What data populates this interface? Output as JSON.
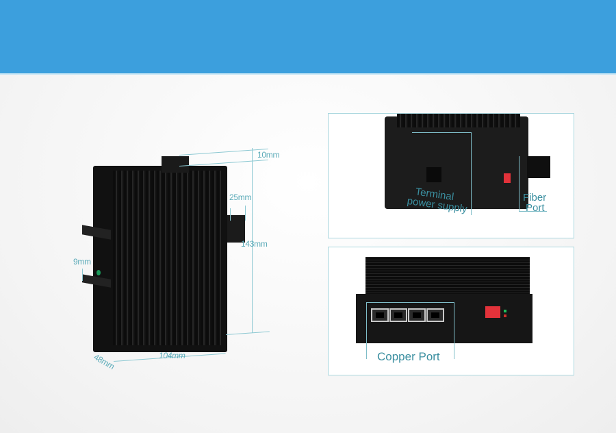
{
  "banner": {
    "color": "#3c9fdd"
  },
  "dimensions_view": {
    "labels": {
      "top_connector": "10mm",
      "fiber_depth": "25mm",
      "height": "143mm",
      "rail_clip": "9mm",
      "width": "104mm",
      "depth": "48mm"
    },
    "line_color": "#8cc8d2"
  },
  "panels": [
    {
      "id": "terminal-fiber",
      "callouts": [
        {
          "label_line1": "Terminal",
          "label_line2": "power supply"
        },
        {
          "label_line1": "Fiber",
          "label_line2": "Port"
        }
      ]
    },
    {
      "id": "copper",
      "callouts": [
        {
          "label": "Copper Port"
        }
      ],
      "port_count": 4
    }
  ],
  "accent_text_color": "#3b8fa0"
}
